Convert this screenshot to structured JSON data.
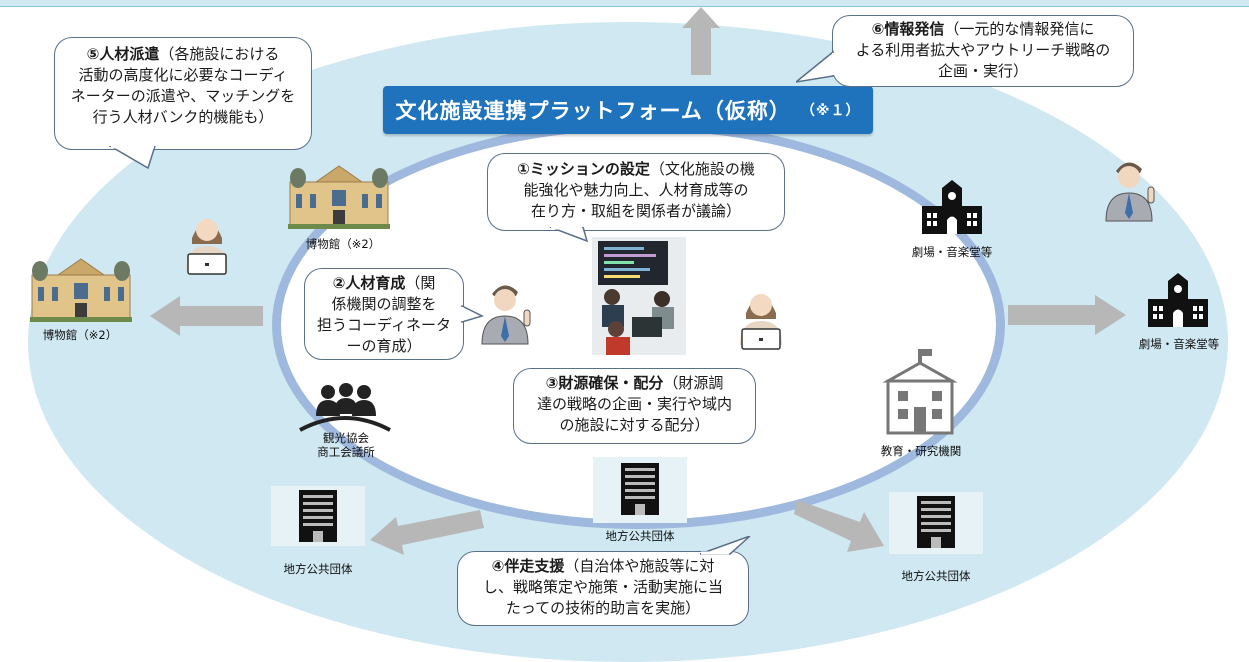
{
  "platform": {
    "title": "文化施設連携プラットフォーム（仮称）",
    "note": "（※１）"
  },
  "callouts": {
    "mission": {
      "heading": "①ミッションの設定",
      "body_line1": "（文化施設の機",
      "body_line2": "能強化や魅力向上、人材育成等の",
      "body_line3": "在り方・取組を関係者が議論）"
    },
    "hr_training": {
      "heading": "②人材育成",
      "body_line1": "（関",
      "body_line2": "係機関の調整を",
      "body_line3": "担うコーディネータ",
      "body_line4": "ーの育成）"
    },
    "funding": {
      "heading": "③財源確保・配分",
      "body_line1": "（財源調",
      "body_line2": "達の戦略の企画・実行や域内",
      "body_line3": "の施設に対する配分）"
    },
    "support": {
      "heading": "④伴走支援",
      "body_line1": "（自治体や施設等に対",
      "body_line2": "し、戦略策定や施策・活動実施に当",
      "body_line3": "たっての技術的助言を実施）"
    },
    "dispatch": {
      "heading": "⑤人材派遣",
      "body_line1": "（各施設における",
      "body_line2": "活動の高度化に必要なコーディ",
      "body_line3": "ネーターの派遣や、マッチングを",
      "body_line4": "行う人材バンク的機能も）"
    },
    "outreach": {
      "heading": "⑥情報発信",
      "body_line1": "（一元的な情報発信に",
      "body_line2": "よる利用者拡大やアウトリーチ戦略の",
      "body_line3": "企画・実行）"
    }
  },
  "labels": {
    "museum_inner": "博物館（※2）",
    "museum_outer": "博物館（※2）",
    "theater_inner": "劇場・音楽堂等",
    "theater_outer": "劇場・音楽堂等",
    "tourism_line1": "観光協会",
    "tourism_line2": "商工会議所",
    "education": "教育・研究機関",
    "local_gov_center": "地方公共団体",
    "local_gov_left": "地方公共団体",
    "local_gov_right": "地方公共団体"
  },
  "colors": {
    "outer_fill": "#cfe8f1",
    "ring": "#9fb9de",
    "banner": "#1f73bd",
    "arrow": "#b7b7b7",
    "callout_border": "#5a6f88"
  }
}
